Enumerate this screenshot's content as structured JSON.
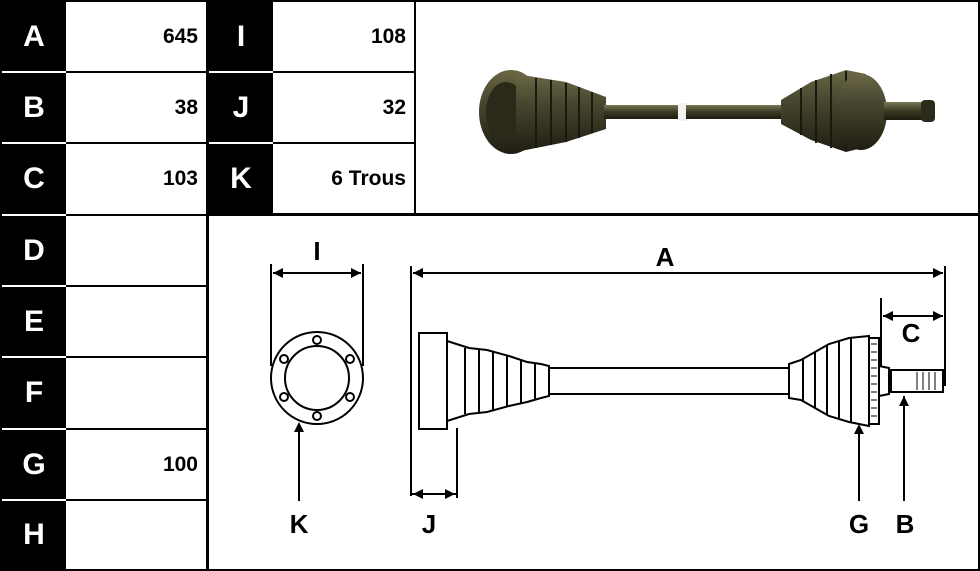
{
  "left_table": [
    {
      "letter": "A",
      "value": "645"
    },
    {
      "letter": "B",
      "value": "38"
    },
    {
      "letter": "C",
      "value": "103"
    },
    {
      "letter": "D",
      "value": ""
    },
    {
      "letter": "E",
      "value": ""
    },
    {
      "letter": "F",
      "value": ""
    },
    {
      "letter": "G",
      "value": "100"
    },
    {
      "letter": "H",
      "value": ""
    }
  ],
  "right_table": [
    {
      "letter": "I",
      "value": "108"
    },
    {
      "letter": "J",
      "value": "32"
    },
    {
      "letter": "K",
      "value": "6 Trous"
    }
  ],
  "diagram_labels": {
    "i": "I",
    "a": "A",
    "c": "C",
    "k": "K",
    "j": "J",
    "g": "G",
    "b": "B"
  },
  "colors": {
    "cell_black": "#000000",
    "cell_white": "#ffffff",
    "part_metal": "#3b3a22"
  }
}
